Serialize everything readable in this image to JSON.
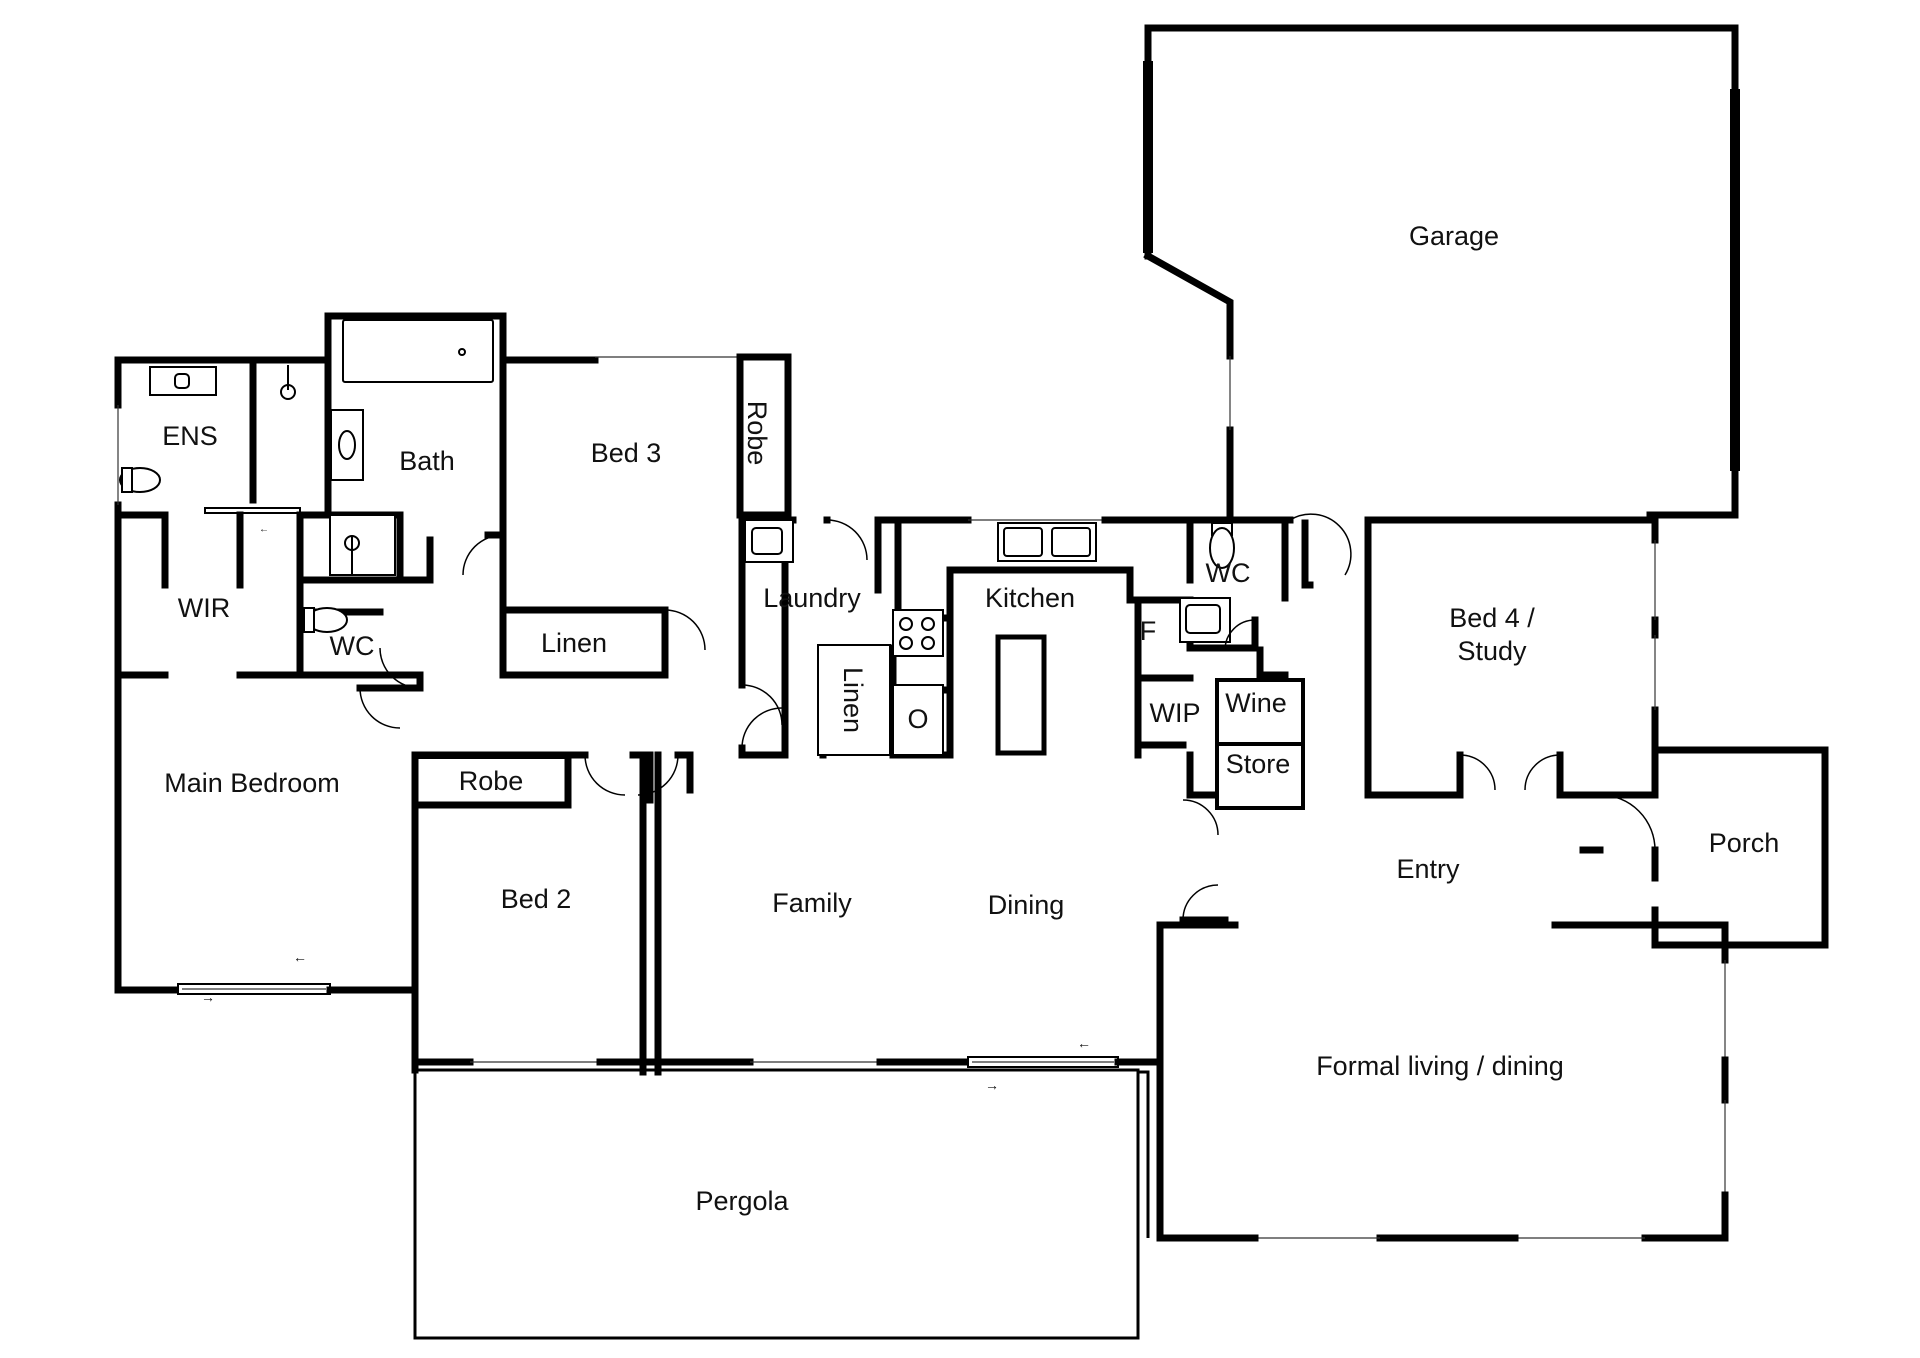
{
  "rooms": {
    "garage": "Garage",
    "ens": "ENS",
    "bath": "Bath",
    "bed3": "Bed 3",
    "robe_bed3": "Robe",
    "wir": "WIR",
    "wc_bath": "WC",
    "linen_hall": "Linen",
    "laundry": "Laundry",
    "linen_laundry": "Linen",
    "kitchen": "Kitchen",
    "fridge": "F",
    "oven": "O",
    "wc_entry": "WC",
    "wip": "WIP",
    "wine": "Wine",
    "store": "Store",
    "bed4_line1": "Bed 4 /",
    "bed4_line2": "Study",
    "main_bedroom": "Main Bedroom",
    "robe_bed2": "Robe",
    "bed2": "Bed 2",
    "family": "Family",
    "dining": "Dining",
    "entry": "Entry",
    "porch": "Porch",
    "formal": "Formal living /  dining",
    "pergola": "Pergola"
  },
  "arrows": {
    "left": "←",
    "right": "→"
  },
  "colors": {
    "wall": "#000000",
    "background": "#ffffff"
  }
}
